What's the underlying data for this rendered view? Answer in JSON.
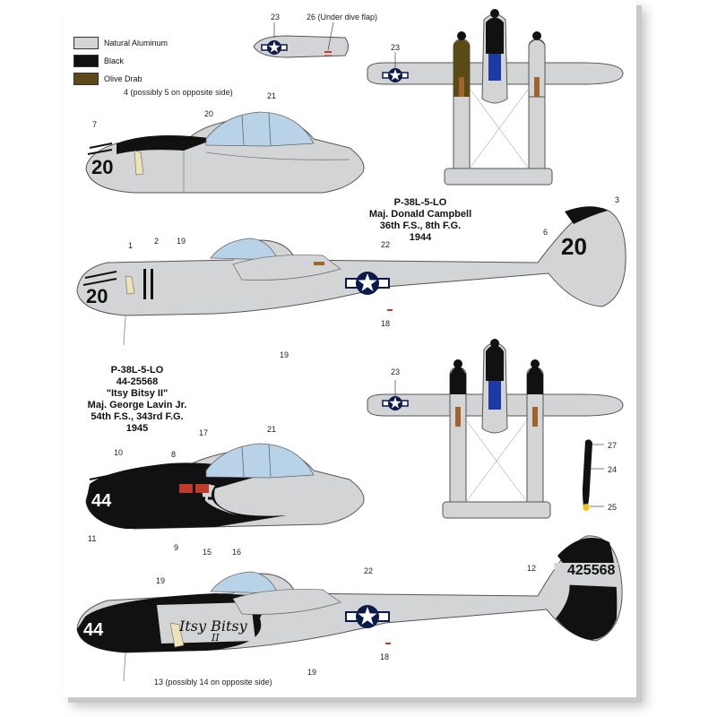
{
  "legend": [
    {
      "label": "Natural Aluminum",
      "color": "#d3d4d6"
    },
    {
      "label": "Black",
      "color": "#111111"
    },
    {
      "label": "Olive Drab",
      "color": "#5a4a16"
    }
  ],
  "aircraft1": {
    "type": "P-38L-5-LO",
    "pilot": "Maj. Donald Campbell",
    "unit": "36th F.S., 8th  F.G.",
    "year": "1944",
    "nose_code": "20",
    "tail_code": "20"
  },
  "aircraft2": {
    "type": "P-38L-5-LO",
    "serial": "44-25568",
    "name": "\"Itsy Bitsy II\"",
    "pilot": "Maj. George Lavin Jr.",
    "unit": "54th F.S., 343rd  F.G.",
    "year": "1945",
    "nose_code": "44",
    "tail_serial": "425568",
    "nose_art_line1": "Itsy Bitsy",
    "nose_art_line2": "II"
  },
  "callouts": {
    "c23a": "23",
    "c26": "26 (Under dive flap)",
    "c23b": "23",
    "c4": "4 (possibly 5 on opposite side)",
    "c7": "7",
    "c20": "20",
    "c21a": "21",
    "c3": "3",
    "c6": "6",
    "c1": "1",
    "c2": "2",
    "c19a": "19",
    "c22a": "22",
    "c18a": "18",
    "c19b": "19",
    "c23c": "23",
    "c10": "10",
    "c8": "8",
    "c17": "17",
    "c21b": "21",
    "c27": "27",
    "c24": "24",
    "c25": "25",
    "c11": "11",
    "c9": "9",
    "c15": "15",
    "c16": "16",
    "c12": "12",
    "c19c": "19",
    "c22b": "22",
    "c18b": "18",
    "c19d": "19",
    "c13": "13  (possibly 14 on opposite side)"
  }
}
